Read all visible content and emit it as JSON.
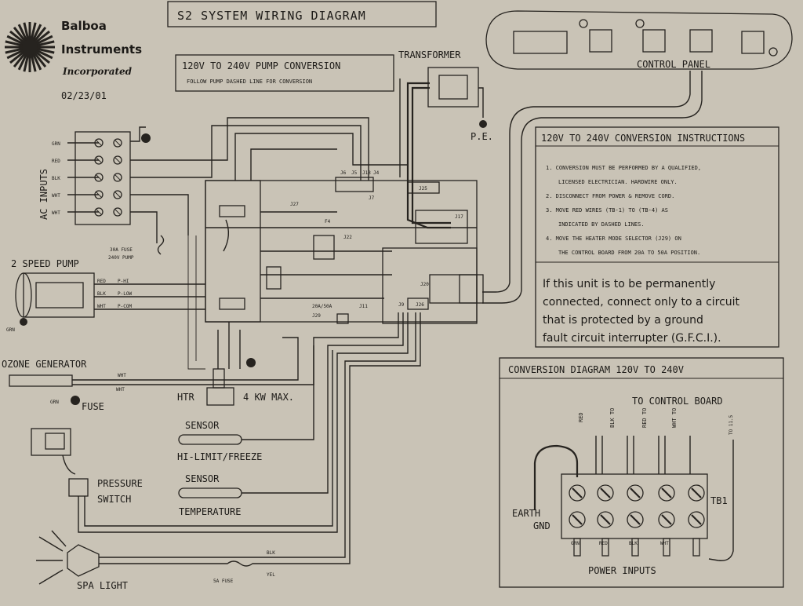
{
  "logo": {
    "line1": "Balboa",
    "line2": "Instruments",
    "line3": "Incorporated",
    "date": "02/23/01"
  },
  "title": "S2 SYSTEM WIRING DIAGRAM",
  "pump_conversion": {
    "title": "120V TO 240V PUMP CONVERSION",
    "note": "FOLLOW PUMP DASHED LINE FOR CONVERSION"
  },
  "transformer": {
    "label": "TRANSFORMER",
    "pe": "P.E."
  },
  "control_panel": {
    "label": "CONTROL PANEL"
  },
  "instructions": {
    "title": "120V TO 240V CONVERSION INSTRUCTIONS",
    "steps": [
      "1. CONVERSION MUST BE PERFORMED BY A QUALIFIED,",
      "LICENSED ELECTRICIAN. HARDWIRE ONLY.",
      "2. DISCONNECT FROM POWER & REMOVE CORD.",
      "3. MOVE RED WIRES (TB-1) TO (TB-4) AS",
      "INDICATED BY DASHED LINES.",
      "4. MOVE THE HEATER MODE SELECTOR (J29) ON",
      "THE CONTROL BOARD FROM 20A TO 50A POSITION."
    ],
    "notice": [
      "If this unit is to be permanently",
      "connected, connect only to a circuit",
      "that is protected by a ground",
      "fault circuit interrupter (G.F.C.I.)."
    ]
  },
  "conversion_diagram": {
    "title": "CONVERSION DIAGRAM 120V TO 240V",
    "to_board": "TO CONTROL BOARD",
    "earth": "EARTH",
    "gnd": "GND",
    "tb1": "TB1",
    "power_inputs": "POWER INPUTS",
    "terminals": [
      "GRN",
      "RED",
      "BLK",
      "WHT"
    ]
  },
  "ac_inputs": {
    "label": "AC INPUTS",
    "wires": [
      "GRN",
      "RED",
      "BLK",
      "WHT",
      "WHT"
    ]
  },
  "pump": {
    "label": "2 SPEED PUMP",
    "wires": [
      "RED",
      "BLK",
      "WHT"
    ],
    "taps": [
      "P-HI",
      "P-LOW",
      "P-COM"
    ],
    "gnd": "GRN",
    "fuse": "30A FUSE",
    "fuse2": "240V PUMP"
  },
  "board": {
    "labels": [
      "J6",
      "J5",
      "J13",
      "J4",
      "J7",
      "J25",
      "J27",
      "F4",
      "J22",
      "J17",
      "J20",
      "J9",
      "J26",
      "J11",
      "20A/50A",
      "J29"
    ]
  },
  "ozone": {
    "label": "OZONE GENERATOR",
    "fuse": "FUSE",
    "grn": "GRN",
    "wht": "WHT"
  },
  "heater": {
    "label": "HTR",
    "max": "4 KW MAX."
  },
  "sensors": {
    "sensor": "SENSOR",
    "hi_limit": "HI-LIMIT/FREEZE",
    "temperature": "TEMPERATURE"
  },
  "pressure": {
    "label1": "PRESSURE",
    "label2": "SWITCH"
  },
  "light": {
    "label": "SPA LIGHT",
    "fuse": "5A FUSE",
    "blk": "BLK",
    "yel": "YEL"
  },
  "colors": {
    "paper": "#c9c3b6",
    "ink": "#26231f"
  }
}
